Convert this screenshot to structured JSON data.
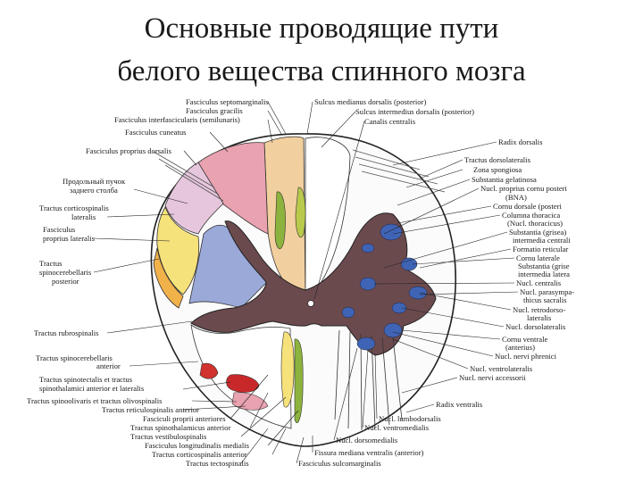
{
  "title": {
    "line1": "Основные проводящие пути",
    "line2": "белого вещества спинного мозга"
  },
  "labels_top": [
    "Fasciculus septomarginalis",
    "Fasciculus gracilis",
    "Fasciculus interfascicularis (semilunaris)",
    "Fasciculus cuneatus",
    "Sulcus medianus dorsalis (posterior)",
    "Sulcus intermedius dorsalis (posterior)",
    "Canalis centralis"
  ],
  "labels_left": [
    "Fasciculus proprius dorsalis",
    "Продольный пучок",
    "заднего столба",
    "Tractus corticospinalis",
    "lateralis",
    "Fasciculus",
    "proprius lateralis",
    "Tractus",
    "spinocerebellaris",
    "posterior",
    "Tractus rubrospinalis",
    "Tractus spinocerebellaris",
    "anterior",
    "Tractus spinotectalis et tractus",
    "spinothalamici anterior et lateralis",
    "Tractus spinoolivaris et tractus olivospinalis",
    "Tractus reticulospinalis anterior"
  ],
  "labels_right": [
    "Radix dorsalis",
    "Tractus dorsolateralis",
    "Zona spongiosa",
    "Substantia gelatinosa",
    "Nucl. proprius cornu posteri",
    "(BNA)",
    "Cornu dorsale (posteri",
    "Columna thoracica",
    "(Nucl. thoracicus)",
    "Substantia (grisea)",
    "intermedia centrali",
    "Formatio reticular",
    "Cornu laterale",
    "Substantia (grise",
    "intermedia latera",
    "Nucl. centralis",
    "Nucl. parasympa-",
    "thicus sacralis",
    "Nucl. retrodorso-",
    "lateralis",
    "Nucl. dorsolateralis",
    "Cornu ventrale",
    "(anterius)",
    "Nucl. nervi phrenici",
    "Nucl. ventrolateralis",
    "Nucl. nervi accessorii",
    "Radix ventralis"
  ],
  "labels_bottom": [
    "Fasciculi proprii anteriores",
    "Tractus spinothalamicus anterior",
    "Tractus vestibulospinalis",
    "Fasciculus longitudinalis medialis",
    "Tractus corticospinalis anterior",
    "Tractus tectospinalis",
    "Fasciculus sulcomarginalis",
    "Fissura mediana ventralis (anterior)",
    "Nucl. dorsomedialis",
    "Nucl. ventromedialis",
    "Nucl. lumbodorsalis"
  ],
  "colors": {
    "gray_matter": "#6b4a4e",
    "fasciculus_gracilis": "#f2cf9e",
    "fasciculus_cuneatus": "#e9a2b0",
    "corticospinal_lateral": "#e6c6dd",
    "proprius_lateral": "#f6e27a",
    "spinocerebellar_posterior": "#f2b24a",
    "border_zone": "#9aa9d8",
    "nuclei": "#3f64b6",
    "red_tracts": "#c9282b"
  }
}
